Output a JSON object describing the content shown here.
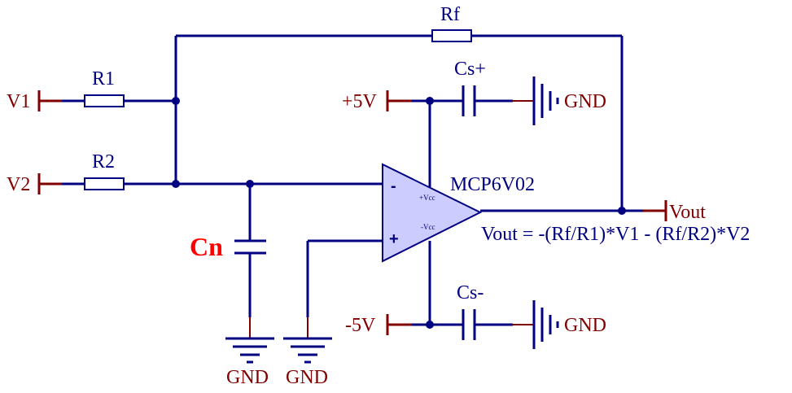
{
  "inputs": {
    "v1": "V1",
    "v2": "V2"
  },
  "resistors": {
    "r1": "R1",
    "r2": "R2",
    "rf": "Rf"
  },
  "capacitors": {
    "cn": "Cn",
    "cs_plus": "Cs+",
    "cs_minus": "Cs-"
  },
  "power": {
    "pos": "+5V",
    "neg": "-5V"
  },
  "ground": {
    "label": "GND"
  },
  "opamp": {
    "part": "MCP6V02",
    "inv_sign": "-",
    "noninv_sign": "+",
    "vcc_pos": "+Vcc",
    "vcc_neg": "-Vcc"
  },
  "output": {
    "net": "Vout",
    "formula": "Vout = -(Rf/R1)*V1 - (Rf/R2)*V2"
  },
  "colors": {
    "wire": "#000080",
    "pin": "#800000",
    "highlight": "#ff0000",
    "opamp_fill": "#ccccff"
  }
}
